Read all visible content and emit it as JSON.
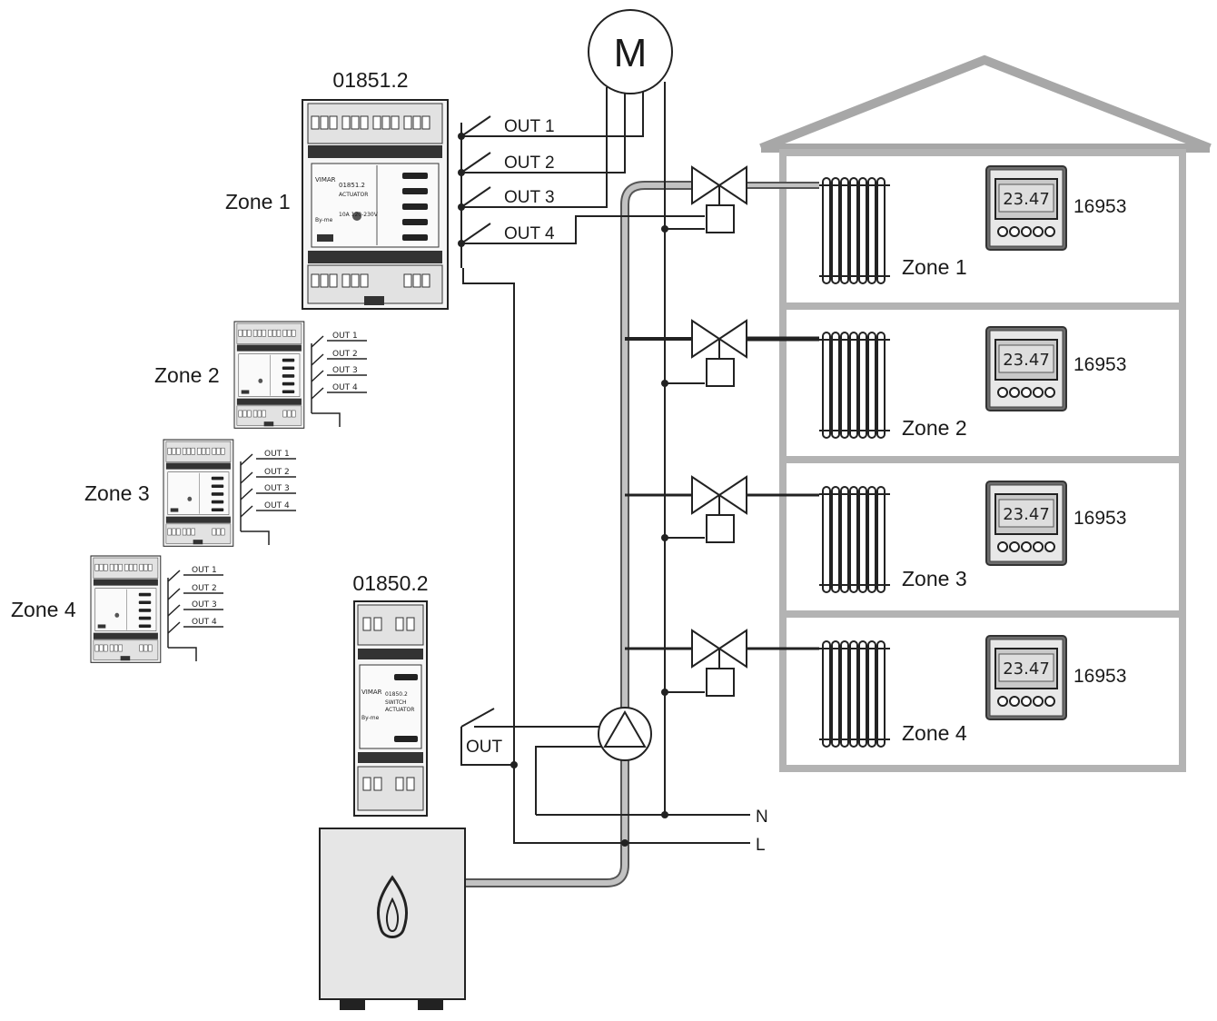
{
  "motor": {
    "symbol": "M"
  },
  "actuator_main": {
    "model": "01851.2",
    "zone_label": "Zone 1",
    "face": {
      "brand": "VIMAR",
      "code": "01851.2",
      "line1": "ACTUATOR",
      "rating": "10A 120-230V",
      "sync": "By-me"
    },
    "outputs": [
      "OUT 1",
      "OUT 2",
      "OUT 3",
      "OUT 4"
    ]
  },
  "actuator_zones": [
    {
      "zone_label": "Zone 2",
      "outputs": [
        "OUT 1",
        "OUT 2",
        "OUT 3",
        "OUT 4"
      ]
    },
    {
      "zone_label": "Zone 3",
      "outputs": [
        "OUT 1",
        "OUT 2",
        "OUT 3",
        "OUT 4"
      ]
    },
    {
      "zone_label": "Zone 4",
      "outputs": [
        "OUT 1",
        "OUT 2",
        "OUT 3",
        "OUT 4"
      ]
    }
  ],
  "switch_actuator": {
    "model": "01850.2",
    "face": {
      "brand": "VIMAR",
      "code": "01850.2",
      "line1": "SWITCH",
      "line2": "ACTUATOR",
      "sync": "By-me"
    },
    "output": "OUT"
  },
  "power": {
    "neutral": "N",
    "line": "L"
  },
  "house_zones": [
    {
      "zone_label": "Zone 1",
      "thermostat_model": "16953",
      "display": "23.47"
    },
    {
      "zone_label": "Zone 2",
      "thermostat_model": "16953",
      "display": "23.47"
    },
    {
      "zone_label": "Zone 3",
      "thermostat_model": "16953",
      "display": "23.47"
    },
    {
      "zone_label": "Zone 4",
      "thermostat_model": "16953",
      "display": "23.47"
    }
  ],
  "icons": {
    "boiler": "flame-icon",
    "pump": "pump-icon",
    "valve": "valve-icon",
    "radiator": "radiator-icon",
    "motor": "motor-icon"
  }
}
